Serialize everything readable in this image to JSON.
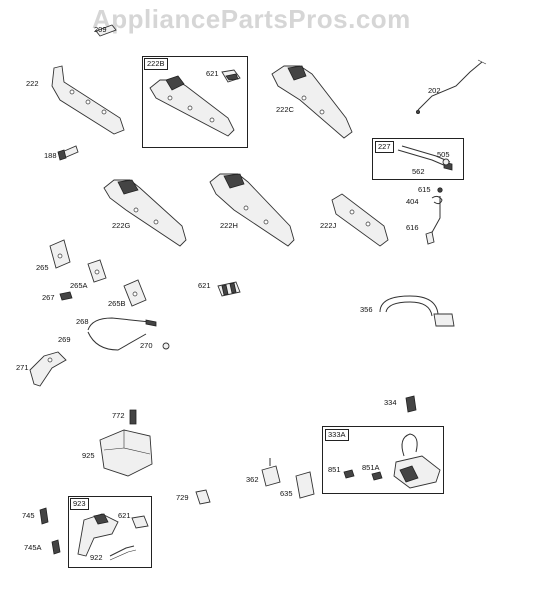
{
  "watermark": "AppliancePartsPros.com",
  "parts": {
    "p209": "209",
    "p222": "222",
    "p222B": "222B",
    "p621a": "621",
    "p222C": "222C",
    "p202": "202",
    "p188": "188",
    "p227": "227",
    "p505": "505",
    "p562": "562",
    "p615": "615",
    "p404": "404",
    "p616": "616",
    "p222G": "222G",
    "p222H": "222H",
    "p222J": "222J",
    "p265": "265",
    "p265A": "265A",
    "p267": "267",
    "p265B": "265B",
    "p621b": "621",
    "p268": "268",
    "p269": "269",
    "p270": "270",
    "p271": "271",
    "p356": "356",
    "p334": "334",
    "p772": "772",
    "p925": "925",
    "p333A": "333A",
    "p851": "851",
    "p851A": "851A",
    "p362": "362",
    "p635": "635",
    "p729": "729",
    "p745": "745",
    "p923": "923",
    "p621c": "621",
    "p745A": "745A",
    "p922": "922"
  }
}
